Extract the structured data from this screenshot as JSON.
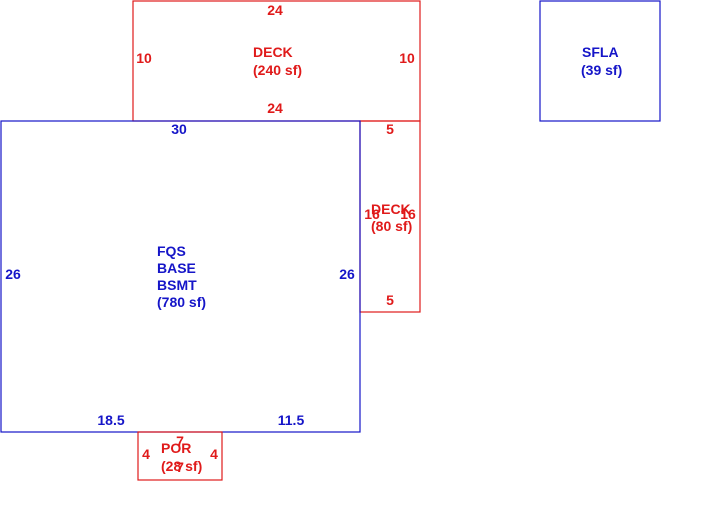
{
  "colors": {
    "living": "#1515c8",
    "exterior": "#e01a1a"
  },
  "areas": {
    "deck_top": {
      "lines": [
        "DECK",
        "(240 sf)"
      ],
      "dims": {
        "top": "24",
        "bottom": "24",
        "left": "10",
        "right": "10"
      }
    },
    "sfla": {
      "lines": [
        "SFLA",
        "(39 sf)"
      ]
    },
    "main": {
      "lines": [
        "FQS",
        "BASE",
        "BSMT",
        "(780 sf)"
      ],
      "dims": {
        "top": "30",
        "left": "26",
        "right": "26",
        "bottom_left": "18.5",
        "bottom_right": "11.5"
      }
    },
    "deck_side": {
      "lines": [
        "DECK",
        "(80 sf)"
      ],
      "dims": {
        "top": "5",
        "bottom": "5",
        "left": "16",
        "right": "16"
      }
    },
    "porch": {
      "lines": [
        "POR",
        "(28 sf)"
      ],
      "dims": {
        "top": "7",
        "bottom": "7",
        "left": "4",
        "right": "4"
      }
    }
  }
}
